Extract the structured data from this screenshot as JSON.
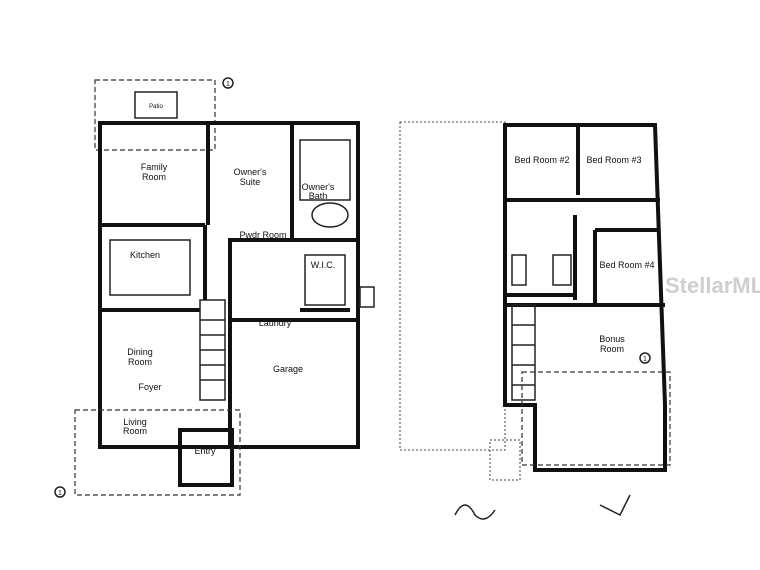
{
  "first_floor": {
    "rooms": {
      "patio": "Patio",
      "family_room": [
        "Family",
        "Room"
      ],
      "owners_suite": [
        "Owner's",
        "Suite"
      ],
      "owners_bath": [
        "Owner's",
        "Bath"
      ],
      "pwdr_room": "Pwdr Room",
      "wic": "W.I.C.",
      "kitchen": "Kitchen",
      "laundry": "Laundry",
      "dining_room": [
        "Dining",
        "Room"
      ],
      "foyer": "Foyer",
      "garage": "Garage",
      "living_room": [
        "Living",
        "Room"
      ],
      "entry": "Entry"
    }
  },
  "second_floor": {
    "rooms": {
      "bed_room_2": "Bed Room #2",
      "bed_room_3": "Bed Room #3",
      "bed_room_4": "Bed Room #4",
      "bonus_room": [
        "Bonus",
        "Room"
      ]
    }
  },
  "callout_marker": "1",
  "watermark": "StellarMLS"
}
